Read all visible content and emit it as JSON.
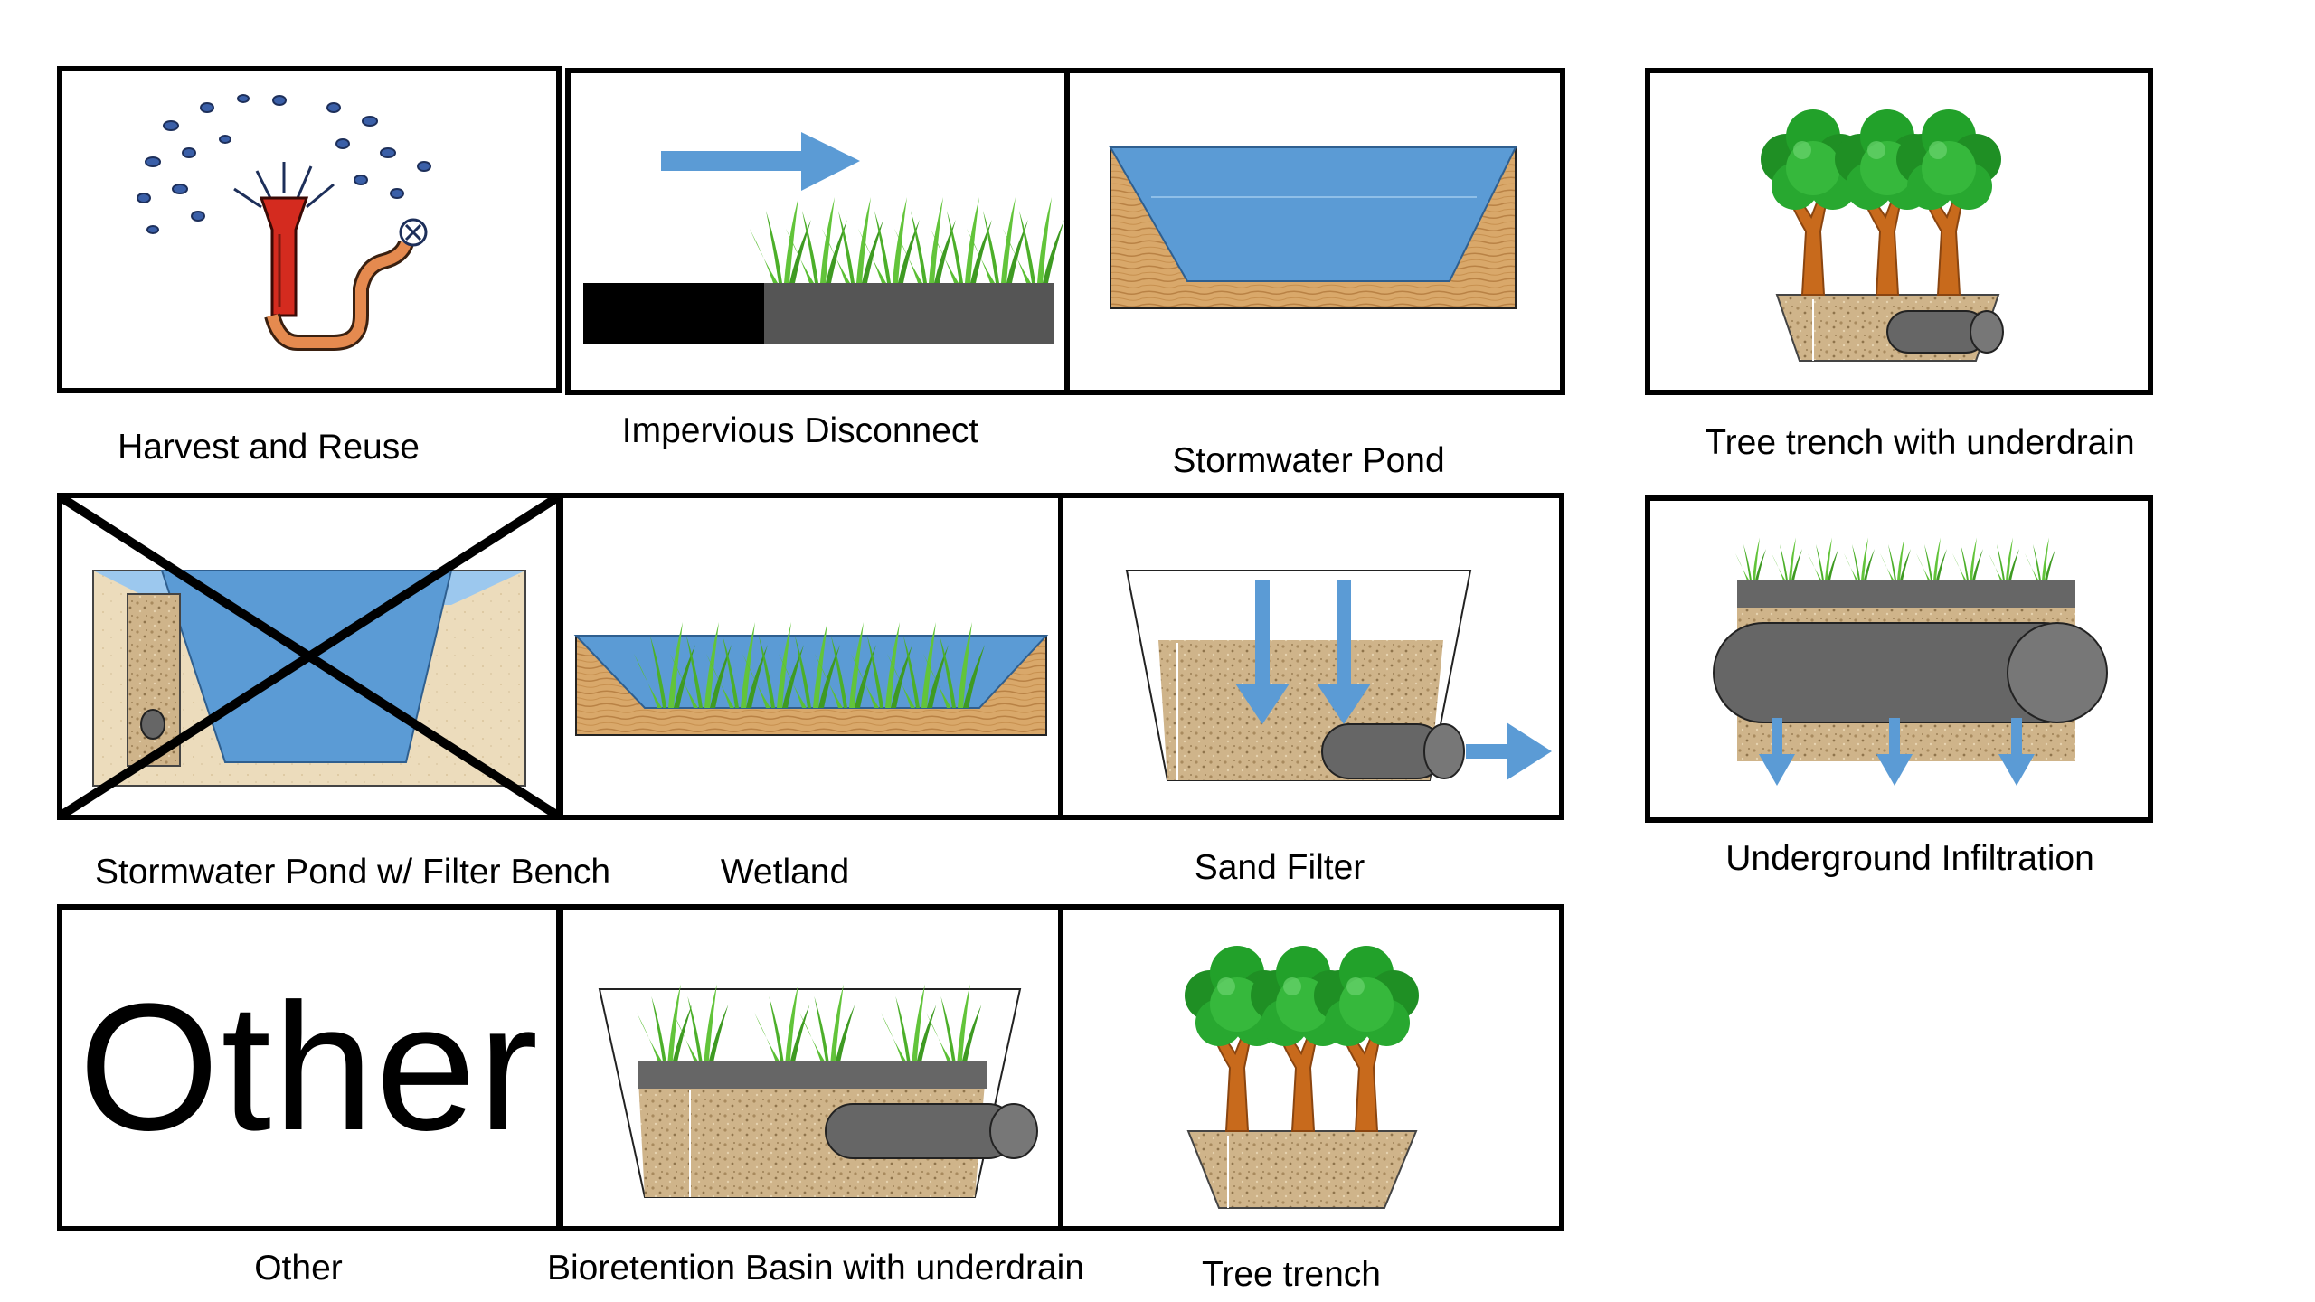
{
  "tiles": {
    "harvest": {
      "label": "Harvest and Reuse"
    },
    "impervious": {
      "label": "Impervious Disconnect"
    },
    "pond": {
      "label": "Stormwater Pond"
    },
    "tree_underdrain": {
      "label": "Tree trench with underdrain"
    },
    "pond_filter": {
      "label": "Stormwater Pond w/ Filter Bench"
    },
    "wetland": {
      "label": "Wetland"
    },
    "sand_filter": {
      "label": "Sand Filter"
    },
    "underground": {
      "label": "Underground Infiltration"
    },
    "other": {
      "label": "Other",
      "big_text": "Other"
    },
    "bioretention": {
      "label": "Bioretention Basin with underdrain"
    },
    "tree_trench": {
      "label": "Tree trench"
    }
  },
  "colors": {
    "water": "#5b9bd5",
    "arrow": "#5b9bd5",
    "grass": "#4caf2a",
    "soil": "#c9a06a",
    "sand": "#d8c29a",
    "pipe": "#666666",
    "trunk": "#c86a1c",
    "foliage": "#2e9e2e",
    "hose": "#e58a4f",
    "sprinkler": "#d42b1f"
  },
  "icons": [
    "sprinkler-icon",
    "grass-icon",
    "pond-icon",
    "tree-icon",
    "pipe-icon",
    "arrow-icon"
  ]
}
